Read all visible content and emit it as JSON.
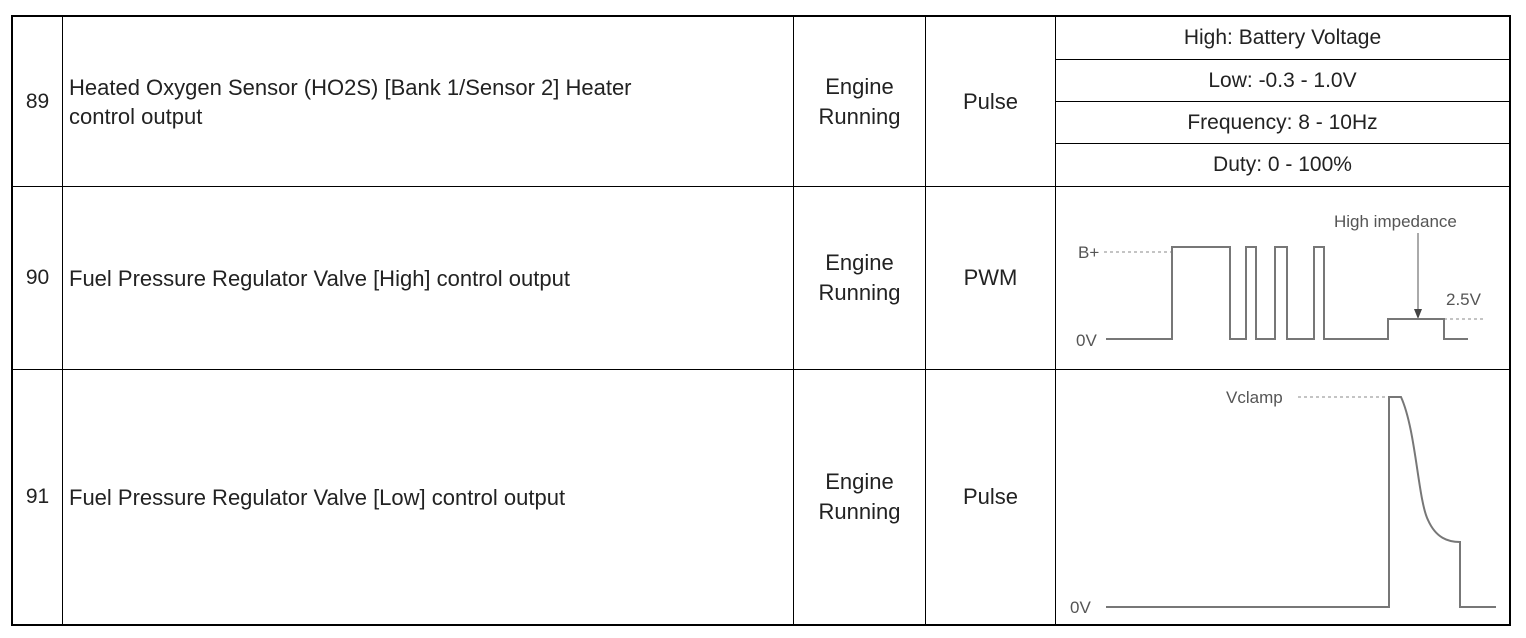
{
  "rows": [
    {
      "num": "89",
      "description_line1": "Heated Oxygen Sensor (HO2S) [Bank 1/Sensor 2] Heater",
      "description_line2": "control output",
      "condition_line1": "Engine",
      "condition_line2": "Running",
      "signal": "Pulse",
      "specs": [
        "High: Battery Voltage",
        "Low: -0.3 - 1.0V",
        "Frequency: 8 - 10Hz",
        "Duty: 0 - 100%"
      ]
    },
    {
      "num": "90",
      "description": "Fuel Pressure Regulator Valve [High] control output",
      "condition_line1": "Engine",
      "condition_line2": "Running",
      "signal": "PWM",
      "waveform": {
        "label_bplus": "B+",
        "label_0v": "0V",
        "label_high_impedance": "High impedance",
        "label_2_5v": "2.5V"
      }
    },
    {
      "num": "91",
      "description": "Fuel Pressure Regulator Valve [Low] control output",
      "condition_line1": "Engine",
      "condition_line2": "Running",
      "signal": "Pulse",
      "waveform": {
        "label_vclamp": "Vclamp",
        "label_0v": "0V"
      }
    }
  ]
}
